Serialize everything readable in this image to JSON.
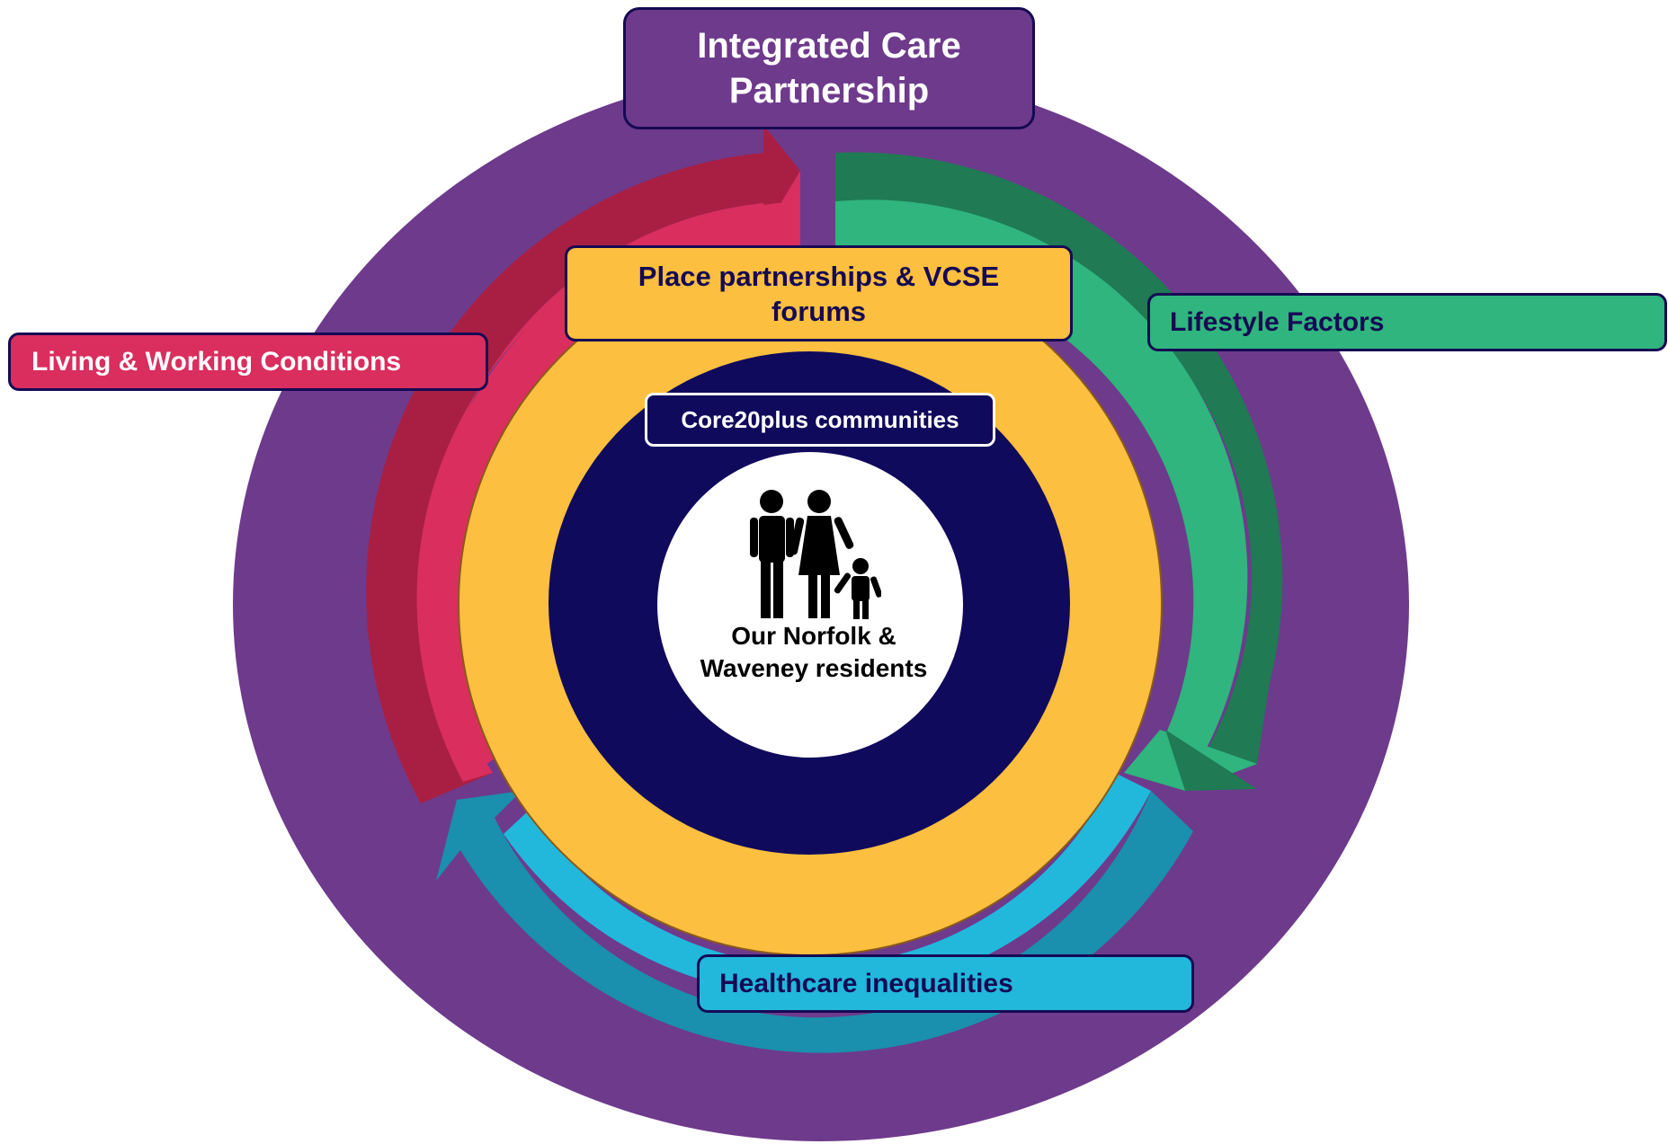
{
  "colors": {
    "outer_ring": "#6e3a8c",
    "living_conditions": "#d92e5e",
    "living_conditions_dark": "#a81f43",
    "lifestyle": "#2fb57d",
    "lifestyle_dark": "#207a54",
    "healthcare": "#21b8dc",
    "healthcare_dark": "#1a8fae",
    "place_ring": "#fdbf3f",
    "core_ring": "#100a5c",
    "center": "#ffffff",
    "outline": "#160a54"
  },
  "labels": {
    "integrated_care_line1": "Integrated Care",
    "integrated_care_line2": "Partnership",
    "place_line1": "Place partnerships & VCSE",
    "place_line2": "forums",
    "living_conditions": "Living & Working Conditions",
    "lifestyle": "Lifestyle Factors",
    "healthcare": "Healthcare inequalities",
    "core": "Core20plus communities",
    "residents_line1": "Our Norfolk &",
    "residents_line2": "Waveney residents"
  },
  "icons": {
    "center": "family-icon"
  }
}
